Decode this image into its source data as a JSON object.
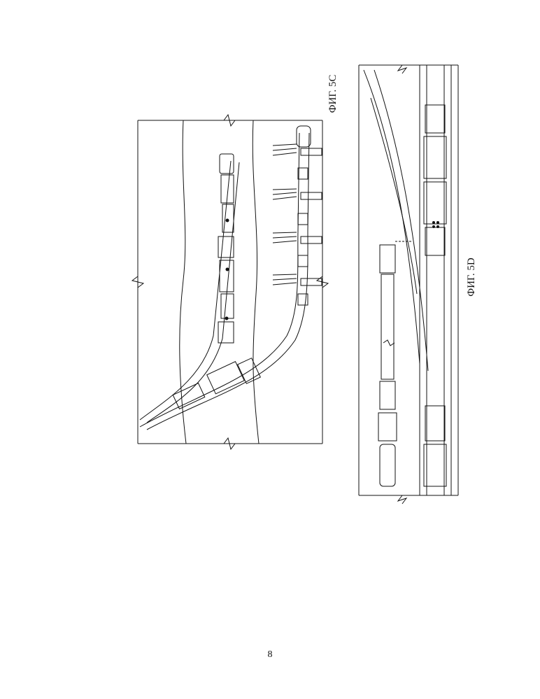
{
  "figures": {
    "fig5c": {
      "label": "ФИГ. 5С"
    },
    "fig5d": {
      "label": "ФИГ. 5D"
    }
  },
  "page": {
    "number": "8"
  }
}
